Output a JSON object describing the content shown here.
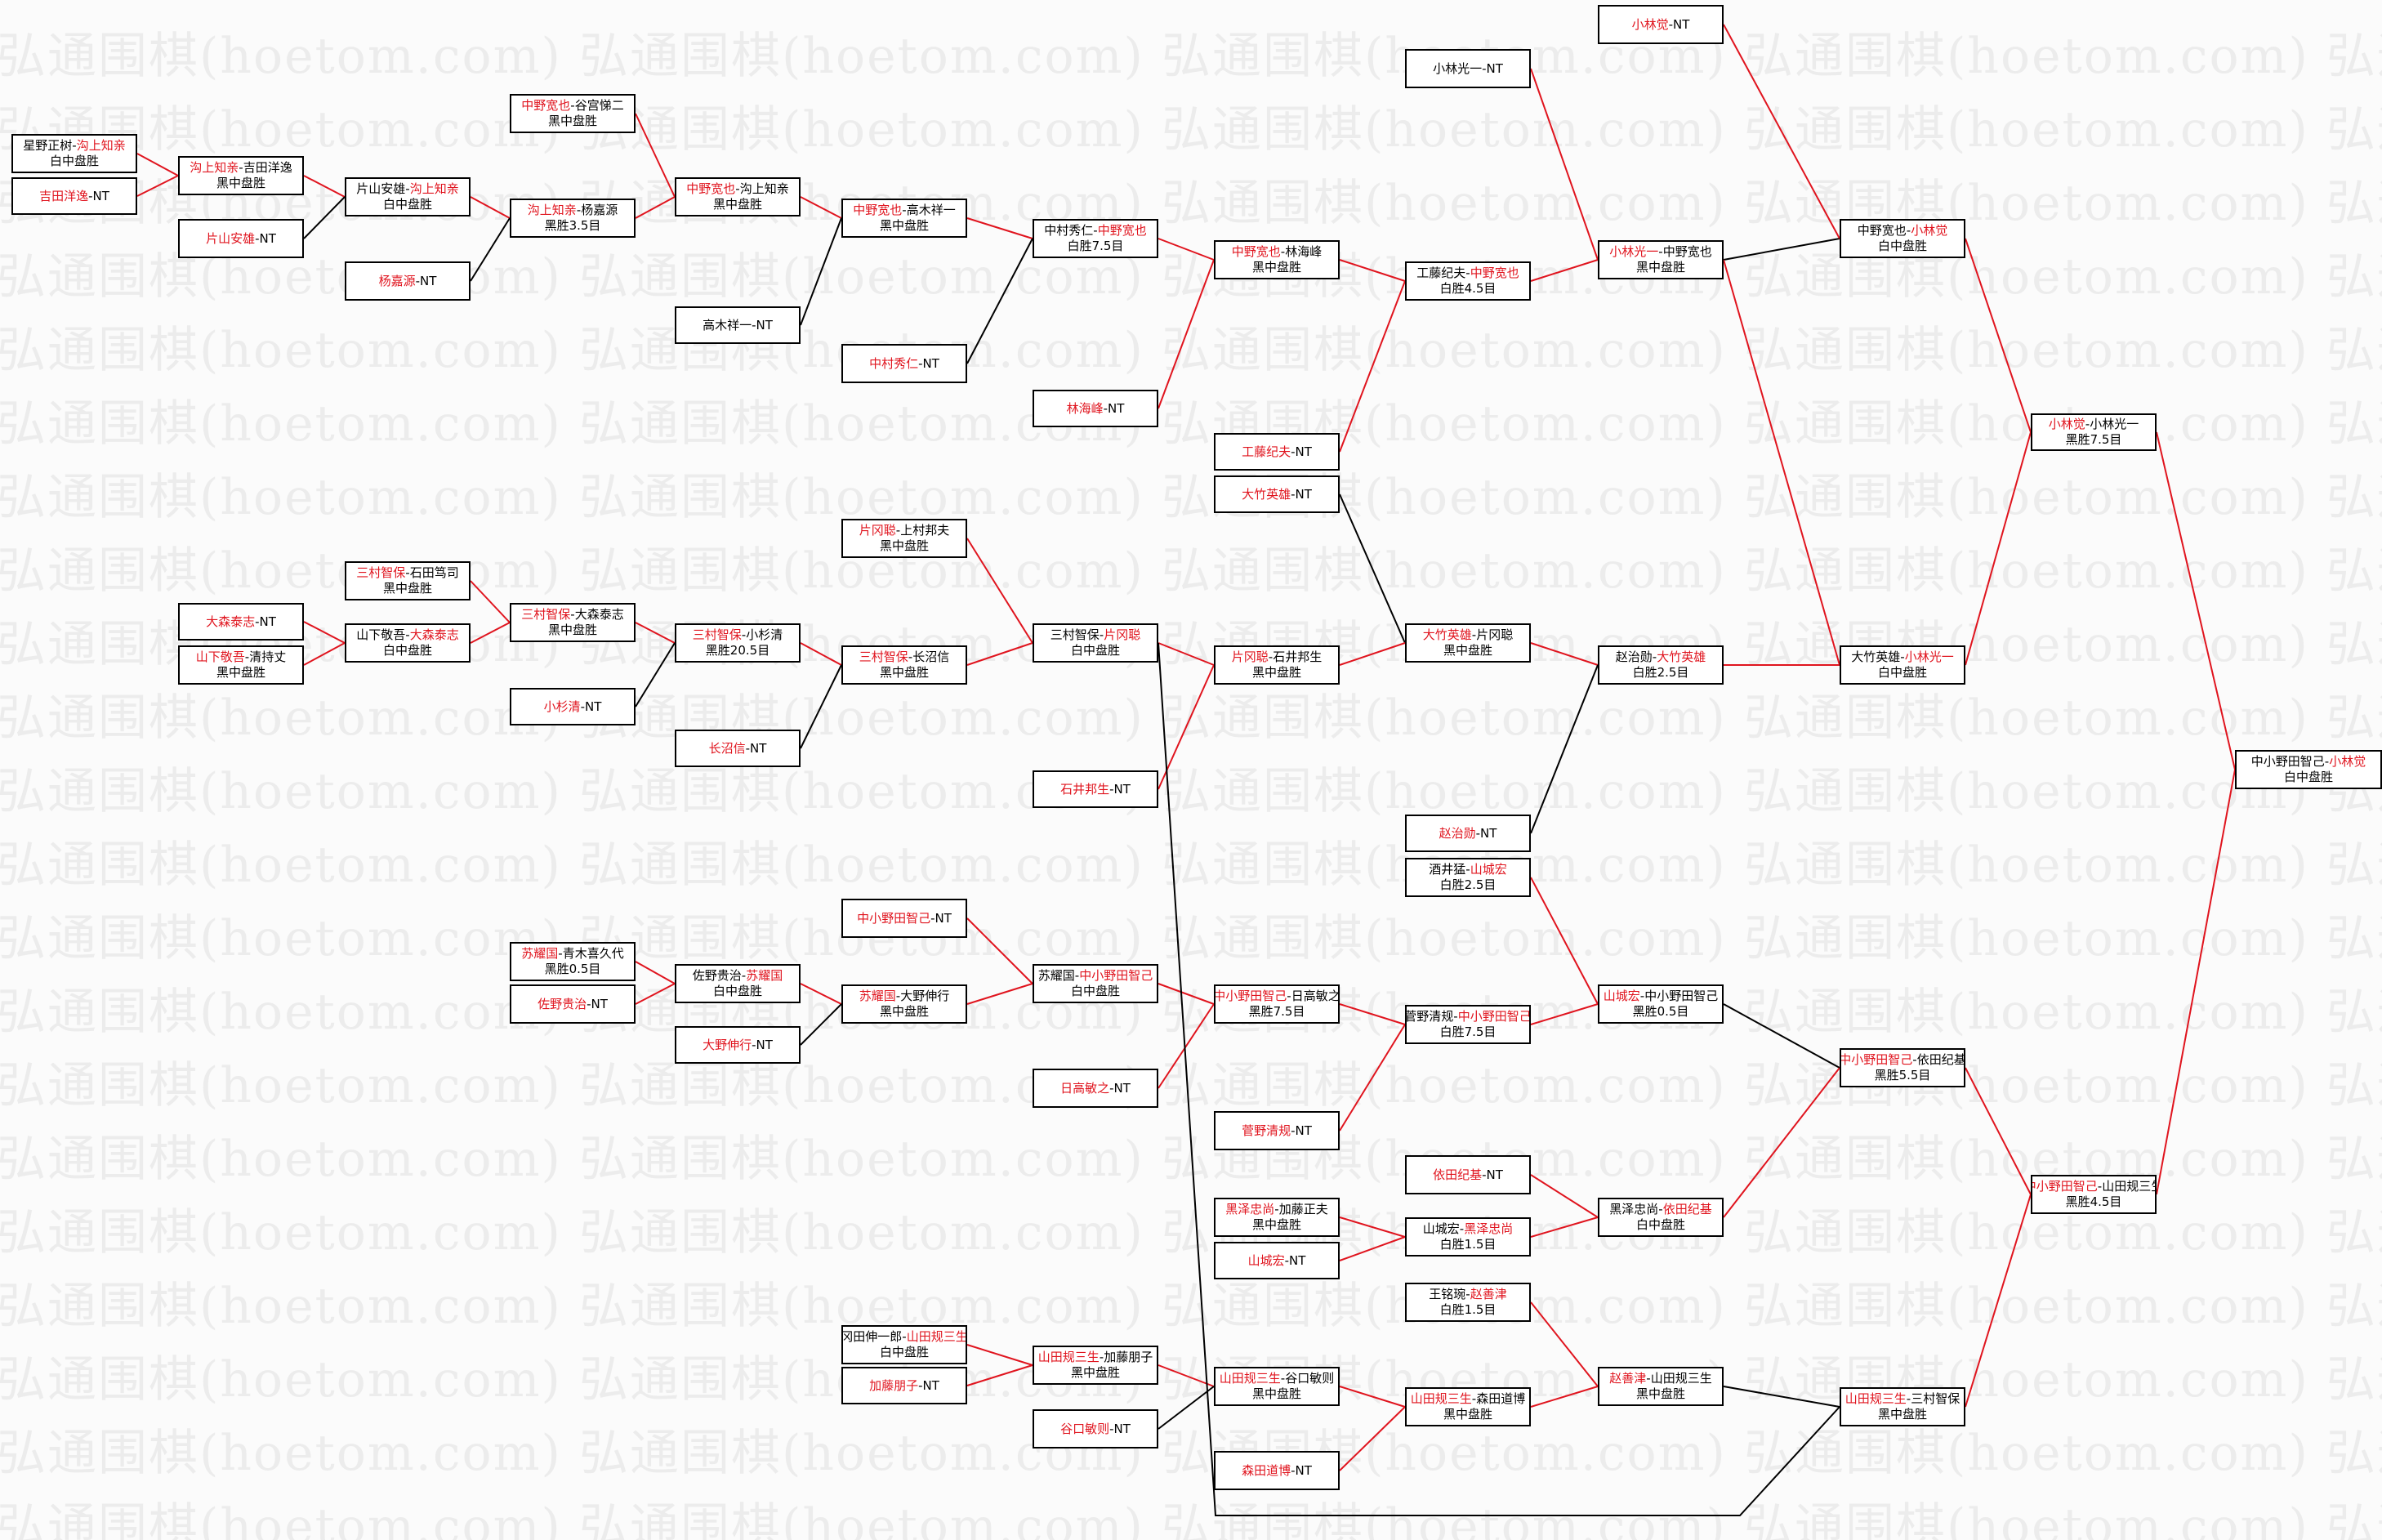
{
  "watermark": "弘通围棋(hoetom.com)",
  "colors": {
    "winner": "#e0141e",
    "line_red": "#e0141e",
    "line_black": "#000000"
  },
  "nodes": [
    {
      "id": "n1",
      "players": [
        {
          "name": "星野正树",
          "win": false
        },
        {
          "name": "沟上知亲",
          "win": true
        }
      ],
      "result": "白中盘胜"
    },
    {
      "id": "n2",
      "players": [
        {
          "name": "吉田洋逸",
          "win": true
        }
      ],
      "result": "",
      "nt": true
    },
    {
      "id": "n3",
      "players": [
        {
          "name": "沟上知亲",
          "win": true
        },
        {
          "name": "吉田洋逸",
          "win": false
        }
      ],
      "result": "黑中盘胜"
    },
    {
      "id": "n4",
      "players": [
        {
          "name": "片山安雄",
          "win": true
        }
      ],
      "result": "",
      "nt": true
    },
    {
      "id": "n5",
      "players": [
        {
          "name": "中野宽也",
          "win": true
        },
        {
          "name": "谷宫悌二",
          "win": false
        }
      ],
      "result": "黑中盘胜"
    },
    {
      "id": "n6",
      "players": [
        {
          "name": "片山安雄",
          "win": false
        },
        {
          "name": "沟上知亲",
          "win": true
        }
      ],
      "result": "白中盘胜"
    },
    {
      "id": "n7",
      "players": [
        {
          "name": "沟上知亲",
          "win": true
        },
        {
          "name": "杨嘉源",
          "win": false
        }
      ],
      "result": "黑胜3.5目"
    },
    {
      "id": "n8",
      "players": [
        {
          "name": "杨嘉源",
          "win": true
        }
      ],
      "result": "",
      "nt": true
    },
    {
      "id": "n9",
      "players": [
        {
          "name": "中野宽也",
          "win": true
        },
        {
          "name": "沟上知亲",
          "win": false
        }
      ],
      "result": "黑中盘胜"
    },
    {
      "id": "n10",
      "players": [
        {
          "name": "高木祥一",
          "win": false
        }
      ],
      "result": "",
      "nt": true
    },
    {
      "id": "n11",
      "players": [
        {
          "name": "中野宽也",
          "win": true
        },
        {
          "name": "高木祥一",
          "win": false
        }
      ],
      "result": "黑中盘胜"
    },
    {
      "id": "n12",
      "players": [
        {
          "name": "中村秀仁",
          "win": true
        }
      ],
      "result": "",
      "nt": true
    },
    {
      "id": "n13",
      "players": [
        {
          "name": "中村秀仁",
          "win": false
        },
        {
          "name": "中野宽也",
          "win": true
        }
      ],
      "result": "白胜7.5目"
    },
    {
      "id": "n14",
      "players": [
        {
          "name": "中野宽也",
          "win": true
        },
        {
          "name": "林海峰",
          "win": false
        }
      ],
      "result": "黑中盘胜"
    },
    {
      "id": "n15",
      "players": [
        {
          "name": "林海峰",
          "win": true
        }
      ],
      "result": "",
      "nt": true
    },
    {
      "id": "n16",
      "players": [
        {
          "name": "工藤纪夫",
          "win": true
        }
      ],
      "result": "",
      "nt": true
    },
    {
      "id": "n17",
      "players": [
        {
          "name": "大竹英雄",
          "win": true
        }
      ],
      "result": "",
      "nt": true
    },
    {
      "id": "n18",
      "players": [
        {
          "name": "工藤纪夫",
          "win": false
        },
        {
          "name": "中野宽也",
          "win": true
        }
      ],
      "result": "白胜4.5目"
    },
    {
      "id": "n19",
      "players": [
        {
          "name": "小林光一",
          "win": false
        }
      ],
      "result": "",
      "nt": true
    },
    {
      "id": "n20",
      "players": [
        {
          "name": "小林光一",
          "win": true
        },
        {
          "name": "中野宽也",
          "win": false
        }
      ],
      "result": "黑中盘胜"
    },
    {
      "id": "n21",
      "players": [
        {
          "name": "小林觉",
          "win": true
        }
      ],
      "result": "",
      "nt": true
    },
    {
      "id": "n22",
      "players": [
        {
          "name": "中野宽也",
          "win": false
        },
        {
          "name": "小林觉",
          "win": true
        }
      ],
      "result": "白中盘胜"
    },
    {
      "id": "n23",
      "players": [
        {
          "name": "三村智保",
          "win": true
        },
        {
          "name": "石田笃司",
          "win": false
        }
      ],
      "result": "黑中盘胜"
    },
    {
      "id": "n24",
      "players": [
        {
          "name": "大森泰志",
          "win": true
        }
      ],
      "result": "",
      "nt": true
    },
    {
      "id": "n25",
      "players": [
        {
          "name": "山下敬吾",
          "win": false
        },
        {
          "name": "大森泰志",
          "win": true
        }
      ],
      "result": "白中盘胜"
    },
    {
      "id": "n26",
      "players": [
        {
          "name": "山下敬吾",
          "win": true
        },
        {
          "name": "清持丈",
          "win": false
        }
      ],
      "result": "黑中盘胜"
    },
    {
      "id": "n27",
      "players": [
        {
          "name": "三村智保",
          "win": true
        },
        {
          "name": "大森泰志",
          "win": false
        }
      ],
      "result": "黑中盘胜"
    },
    {
      "id": "n28",
      "players": [
        {
          "name": "小杉清",
          "win": true
        }
      ],
      "result": "",
      "nt": true
    },
    {
      "id": "n29",
      "players": [
        {
          "name": "三村智保",
          "win": true
        },
        {
          "name": "小杉清",
          "win": false
        }
      ],
      "result": "黑胜20.5目"
    },
    {
      "id": "n30",
      "players": [
        {
          "name": "长沼信",
          "win": true
        }
      ],
      "result": "",
      "nt": true
    },
    {
      "id": "n31",
      "players": [
        {
          "name": "片冈聪",
          "win": true
        },
        {
          "name": "上村邦夫",
          "win": false
        }
      ],
      "result": "黑中盘胜"
    },
    {
      "id": "n32",
      "players": [
        {
          "name": "三村智保",
          "win": true
        },
        {
          "name": "长沼信",
          "win": false
        }
      ],
      "result": "黑中盘胜"
    },
    {
      "id": "n33",
      "players": [
        {
          "name": "三村智保",
          "win": false
        },
        {
          "name": "片冈聪",
          "win": true
        }
      ],
      "result": "白中盘胜"
    },
    {
      "id": "n34",
      "players": [
        {
          "name": "片冈聪",
          "win": true
        },
        {
          "name": "石井邦生",
          "win": false
        }
      ],
      "result": "黑中盘胜"
    },
    {
      "id": "n35",
      "players": [
        {
          "name": "石井邦生",
          "win": true
        }
      ],
      "result": "",
      "nt": true
    },
    {
      "id": "n36",
      "players": [
        {
          "name": "大竹英雄",
          "win": true
        },
        {
          "name": "片冈聪",
          "win": false
        }
      ],
      "result": "黑中盘胜"
    },
    {
      "id": "n37",
      "players": [
        {
          "name": "赵治勋",
          "win": false
        },
        {
          "name": "大竹英雄",
          "win": true
        }
      ],
      "result": "白胜2.5目"
    },
    {
      "id": "n38",
      "players": [
        {
          "name": "赵治勋",
          "win": true
        }
      ],
      "result": "",
      "nt": true
    },
    {
      "id": "n39",
      "players": [
        {
          "name": "大竹英雄",
          "win": false
        },
        {
          "name": "小林光一",
          "win": true
        }
      ],
      "result": "白中盘胜"
    },
    {
      "id": "n40",
      "players": [
        {
          "name": "小林觉",
          "win": true
        },
        {
          "name": "小林光一",
          "win": false
        }
      ],
      "result": "黑胜7.5目"
    },
    {
      "id": "n41",
      "players": [
        {
          "name": "中小野田智己",
          "win": true
        }
      ],
      "result": "",
      "nt": true
    },
    {
      "id": "n42",
      "players": [
        {
          "name": "苏耀国",
          "win": true
        },
        {
          "name": "青木喜久代",
          "win": false
        }
      ],
      "result": "黑胜0.5目"
    },
    {
      "id": "n43",
      "players": [
        {
          "name": "佐野贵治",
          "win": true
        }
      ],
      "result": "",
      "nt": true
    },
    {
      "id": "n44",
      "players": [
        {
          "name": "佐野贵治",
          "win": false
        },
        {
          "name": "苏耀国",
          "win": true
        }
      ],
      "result": "白中盘胜"
    },
    {
      "id": "n45",
      "players": [
        {
          "name": "大野伸行",
          "win": true
        }
      ],
      "result": "",
      "nt": true
    },
    {
      "id": "n46",
      "players": [
        {
          "name": "苏耀国",
          "win": true
        },
        {
          "name": "大野伸行",
          "win": false
        }
      ],
      "result": "黑中盘胜"
    },
    {
      "id": "n47",
      "players": [
        {
          "name": "苏耀国",
          "win": false
        },
        {
          "name": "中小野田智己",
          "win": true
        }
      ],
      "result": "白中盘胜"
    },
    {
      "id": "n48",
      "players": [
        {
          "name": "中小野田智己",
          "win": true
        },
        {
          "name": "日高敏之",
          "win": false
        }
      ],
      "result": "黑胜7.5目"
    },
    {
      "id": "n49",
      "players": [
        {
          "name": "日高敏之",
          "win": true
        }
      ],
      "result": "",
      "nt": true
    },
    {
      "id": "n50",
      "players": [
        {
          "name": "菅野清规",
          "win": true
        }
      ],
      "result": "",
      "nt": true
    },
    {
      "id": "n51",
      "players": [
        {
          "name": "菅野清规",
          "win": false
        },
        {
          "name": "中小野田智己",
          "win": true
        }
      ],
      "result": "白胜7.5目"
    },
    {
      "id": "n52",
      "players": [
        {
          "name": "酒井猛",
          "win": false
        },
        {
          "name": "山城宏",
          "win": true
        }
      ],
      "result": "白胜2.5目"
    },
    {
      "id": "n53",
      "players": [
        {
          "name": "山城宏",
          "win": true
        },
        {
          "name": "中小野田智己",
          "win": false
        }
      ],
      "result": "黑胜0.5目"
    },
    {
      "id": "n54",
      "players": [
        {
          "name": "依田纪基",
          "win": true
        }
      ],
      "result": "",
      "nt": true
    },
    {
      "id": "n55",
      "players": [
        {
          "name": "黑泽忠尚",
          "win": true
        },
        {
          "name": "加藤正夫",
          "win": false
        }
      ],
      "result": "黑中盘胜"
    },
    {
      "id": "n56",
      "players": [
        {
          "name": "山城宏",
          "win": true
        }
      ],
      "result": "",
      "nt": true
    },
    {
      "id": "n57",
      "players": [
        {
          "name": "山城宏",
          "win": false
        },
        {
          "name": "黑泽忠尚",
          "win": true
        }
      ],
      "result": "白胜1.5目"
    },
    {
      "id": "n58",
      "players": [
        {
          "name": "黑泽忠尚",
          "win": false
        },
        {
          "name": "依田纪基",
          "win": true
        }
      ],
      "result": "白中盘胜"
    },
    {
      "id": "n59",
      "players": [
        {
          "name": "中小野田智己",
          "win": true
        },
        {
          "name": "依田纪基",
          "win": false
        }
      ],
      "result": "黑胜5.5目"
    },
    {
      "id": "n60",
      "players": [
        {
          "name": "中小野田智己",
          "win": true
        },
        {
          "name": "山田规三生",
          "win": false
        }
      ],
      "result": "黑胜4.5目"
    },
    {
      "id": "n61",
      "players": [
        {
          "name": "冈田伸一郎",
          "win": false
        },
        {
          "name": "山田规三生",
          "win": true
        }
      ],
      "result": "白中盘胜"
    },
    {
      "id": "n62",
      "players": [
        {
          "name": "加藤朋子",
          "win": true
        }
      ],
      "result": "",
      "nt": true
    },
    {
      "id": "n63",
      "players": [
        {
          "name": "山田规三生",
          "win": true
        },
        {
          "name": "加藤朋子",
          "win": false
        }
      ],
      "result": "黑中盘胜"
    },
    {
      "id": "n64",
      "players": [
        {
          "name": "谷口敏则",
          "win": true
        }
      ],
      "result": "",
      "nt": true
    },
    {
      "id": "n65",
      "players": [
        {
          "name": "山田规三生",
          "win": true
        },
        {
          "name": "谷口敏则",
          "win": false
        }
      ],
      "result": "黑中盘胜"
    },
    {
      "id": "n66",
      "players": [
        {
          "name": "森田道博",
          "win": true
        }
      ],
      "result": "",
      "nt": true
    },
    {
      "id": "n67",
      "players": [
        {
          "name": "王铭琬",
          "win": false
        },
        {
          "name": "赵善津",
          "win": true
        }
      ],
      "result": "白胜1.5目"
    },
    {
      "id": "n68",
      "players": [
        {
          "name": "山田规三生",
          "win": true
        },
        {
          "name": "森田道博",
          "win": false
        }
      ],
      "result": "黑中盘胜"
    },
    {
      "id": "n69",
      "players": [
        {
          "name": "赵善津",
          "win": true
        },
        {
          "name": "山田规三生",
          "win": false
        }
      ],
      "result": "黑中盘胜"
    },
    {
      "id": "n70",
      "players": [
        {
          "name": "山田规三生",
          "win": true
        },
        {
          "name": "三村智保",
          "win": false
        }
      ],
      "result": "黑中盘胜"
    },
    {
      "id": "n71",
      "players": [
        {
          "name": "中小野田智己",
          "win": false
        },
        {
          "name": "小林觉",
          "win": true
        }
      ],
      "result": "白中盘胜"
    }
  ]
}
